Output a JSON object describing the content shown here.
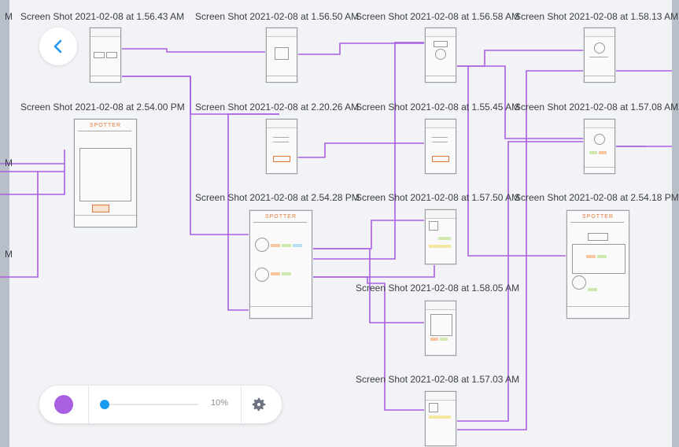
{
  "screens": [
    {
      "id": "s1",
      "label": "Screen Shot 2021-02-08 at 1.56.43 AM"
    },
    {
      "id": "s2",
      "label": "Screen Shot 2021-02-08 at 1.56.50 AM"
    },
    {
      "id": "s3",
      "label": "Screen Shot 2021-02-08 at 1.56.58 AM"
    },
    {
      "id": "s4",
      "label": "Screen Shot 2021-02-08 at 1.58.13 AM"
    },
    {
      "id": "s5",
      "label": "Screen Shot 2021-02-08 at 2.54.00 PM"
    },
    {
      "id": "s6",
      "label": "Screen Shot 2021-02-08 at 2.20.26 AM"
    },
    {
      "id": "s7",
      "label": "Screen Shot 2021-02-08 at 1.55.45 AM"
    },
    {
      "id": "s8",
      "label": "Screen Shot 2021-02-08 at 1.57.08 AM"
    },
    {
      "id": "s9",
      "label": "Screen Shot 2021-02-08 at 2.54.28 PM"
    },
    {
      "id": "s10",
      "label": "Screen Shot 2021-02-08 at 1.57.50 AM"
    },
    {
      "id": "s11",
      "label": "Screen Shot 2021-02-08 at 2.54.18 PM"
    },
    {
      "id": "s12",
      "label": "Screen Shot 2021-02-08 at 1.58.05 AM"
    },
    {
      "id": "s13",
      "label": "Screen Shot 2021-02-08 at 1.57.03 AM"
    }
  ],
  "partial_labels": [
    "M",
    "M",
    "M"
  ],
  "toolbar": {
    "zoom_label": "10%",
    "zoom_value": 0.1,
    "color": "#a95fe0",
    "accent": "#1a9af0"
  },
  "icons": {
    "back": "chevron-left-icon",
    "settings": "gear-icon"
  },
  "link_color": "#a95fe0"
}
